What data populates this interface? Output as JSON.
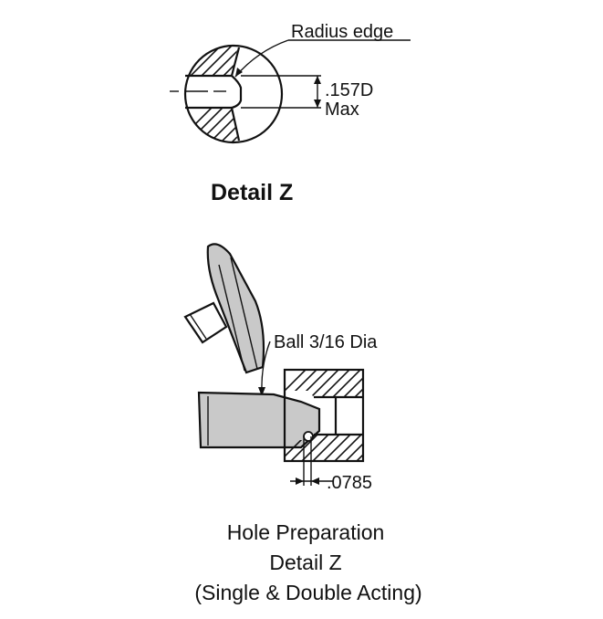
{
  "detail_top": {
    "callout": "Radius edge",
    "dimension": ".157D",
    "dimension_qualifier": "Max",
    "title": "Detail Z"
  },
  "detail_bottom": {
    "ball_callout": "Ball 3/16 Dia",
    "dimension": ".0785"
  },
  "caption": {
    "line1": "Hole Preparation",
    "line2": "Detail Z",
    "line3": "(Single & Double Acting)"
  }
}
